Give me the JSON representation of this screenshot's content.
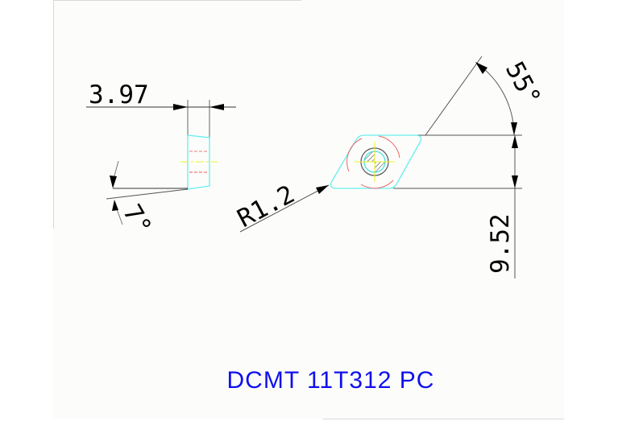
{
  "drawing": {
    "title": "DCMT 11T312 PC",
    "dimensions": {
      "thickness": "3.97",
      "clearance_angle": "7°",
      "corner_radius": "R1.2",
      "included_angle": "55°",
      "inscribed_circle": "9.52"
    },
    "colors": {
      "background": "#fcfdfb",
      "outline": "#66eeee",
      "center_lines": "#eeee22",
      "hidden_lines": "#ee6666",
      "dimension_lines": "#555555",
      "title_text": "#1010ee"
    }
  }
}
